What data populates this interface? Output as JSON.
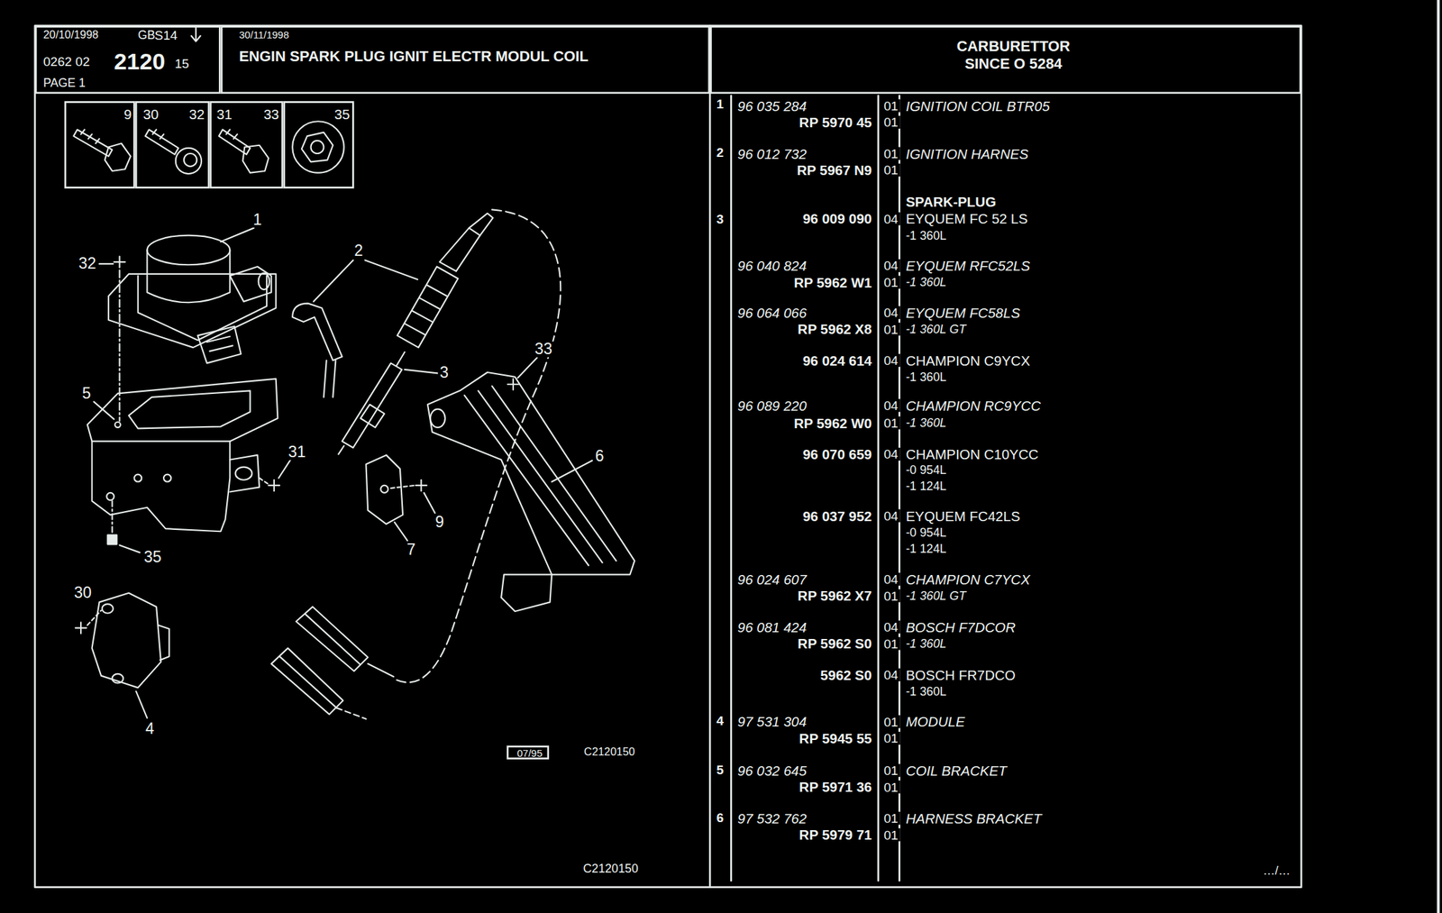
{
  "diagram": {
    "nodes": [
      {
        "text": [
          "20/10/1998",
          "GB",
          "S14",
          "0262 02",
          "2120",
          "15",
          "PAGE 1"
        ]
      },
      {
        "text": [
          "30/11/1998",
          "ENGIN SPARK PLUG IGNIT ELECTR MODUL COIL"
        ]
      },
      {
        "text": [
          "CARBURETTOR",
          "SINCE O 5284"
        ]
      },
      {
        "text": [
          "9"
        ]
      },
      {
        "text": [
          "30",
          "32"
        ]
      },
      {
        "text": [
          "31",
          "33"
        ]
      },
      {
        "text": [
          "35"
        ]
      },
      {
        "text": [
          "07/95"
        ]
      }
    ],
    "labels": [
      "1",
      "32",
      "2",
      "3",
      "33",
      "5",
      "31",
      "6",
      "9",
      "7",
      "35",
      "30",
      "4",
      "C2120150",
      "C2120150",
      "1",
      "96 035 284",
      "RP 5970 45",
      "01",
      "01",
      "IGNITION COIL BTR05",
      "2",
      "96 012 732",
      "RP 5967 N9",
      "01",
      "01",
      "IGNITION HARNES",
      "SPARK-PLUG",
      "3",
      "96 009 090",
      "04",
      "EYQUEM FC 52 LS",
      "-1 360L",
      "96 040 824",
      "RP 5962 W1",
      "04",
      "01",
      "EYQUEM RFC52LS",
      "-1 360L",
      "96 064 066",
      "RP 5962 X8",
      "04",
      "01",
      "EYQUEM FC58LS",
      "-1 360L GT",
      "96 024 614",
      "04",
      "CHAMPION C9YCX",
      "-1 360L",
      "96 089 220",
      "RP 5962 W0",
      "04",
      "01",
      "CHAMPION RC9YCC",
      "-1 360L",
      "96 070 659",
      "04",
      "CHAMPION C10YCC",
      "-0 954L",
      "-1 124L",
      "96 037 952",
      "04",
      "EYQUEM FC42LS",
      "-0 954L",
      "-1 124L",
      "96 024 607",
      "RP 5962 X7",
      "04",
      "01",
      "CHAMPION C7YCX",
      "-1 360L GT",
      "96 081 424",
      "RP 5962 S0",
      "04",
      "01",
      "BOSCH F7DCOR",
      "-1 360L",
      "5962 S0",
      "04",
      "BOSCH FR7DCO",
      "-1 360L",
      "4",
      "97 531 304",
      "RP 5945 55",
      "01",
      "01",
      "MODULE",
      "5",
      "96 032 645",
      "RP 5971 36",
      "01",
      "01",
      "COIL BRACKET",
      "6",
      "97 532 762",
      "RP 5979 71",
      "01",
      "01",
      "HARNESS BRACKET",
      "…/…"
    ]
  }
}
